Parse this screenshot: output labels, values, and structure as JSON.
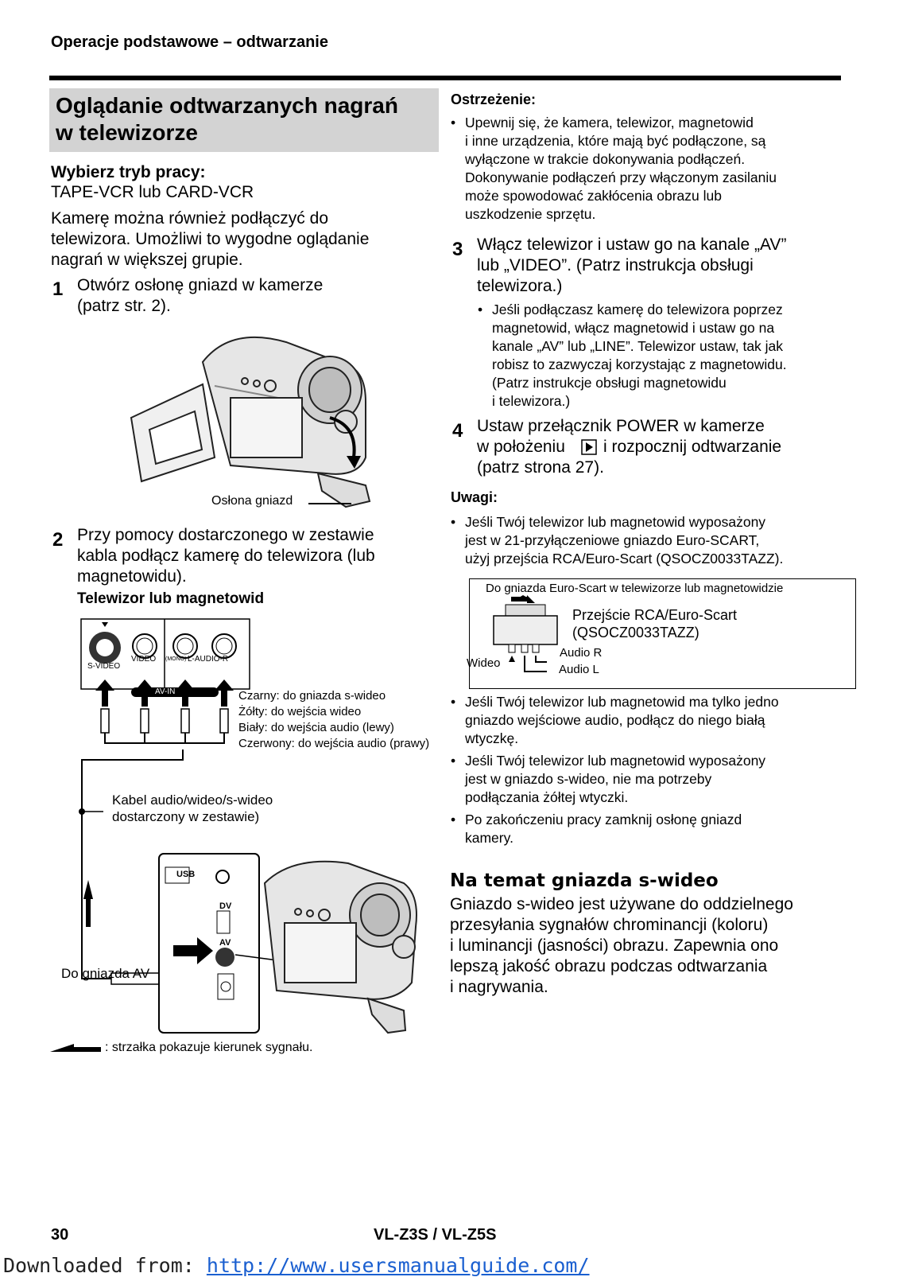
{
  "header": {
    "section": "Operacje podstawowe – odtwarzanie"
  },
  "title": {
    "line1": "Oglądanie odtwarzanych nagrań",
    "line2": "w telewizorze"
  },
  "mode": {
    "label": "Wybierz tryb pracy:",
    "value": "TAPE-VCR lub CARD-VCR"
  },
  "intro": [
    "Kamerę można również podłączyć do",
    "telewizora. Umożliwi to wygodne oglądanie",
    "nagrań w większej grupie."
  ],
  "step1": {
    "num": "1",
    "lines": [
      "Otwórz osłonę gniazd w kamerze",
      "(patrz str. 2)."
    ],
    "caption": "Osłona gniazd"
  },
  "step2": {
    "num": "2",
    "lines": [
      "Przy pomocy dostarczonego w zestawie",
      "kabla podłącz kamerę do telewizora (lub",
      "magnetowidu)."
    ],
    "device_label": "Telewizor lub magnetowid"
  },
  "jacks": {
    "svideo": "S-VIDEO",
    "video": "VIDEO",
    "mono": "(MONO)",
    "audio": "L-AUDIO-R",
    "avin": "AV-IN"
  },
  "plugs": [
    "Czarny: do gniazda s-wideo",
    "Żółty: do wejścia wideo",
    "Biały: do wejścia audio (lewy)",
    "Czerwony: do wejścia audio (prawy)"
  ],
  "cable": [
    "Kabel audio/wideo/s-wideo",
    "dostarczony w zestawie)"
  ],
  "av_socket": "Do gniazda AV",
  "panel": {
    "usb": "USB",
    "dv": "DV",
    "av": "AV"
  },
  "arrow_legend": ": strzałka pokazuje kierunek sygnału.",
  "warning": {
    "title": "Ostrzeżenie:",
    "lines": [
      "Upewnij się, że kamera, telewizor, magnetowid",
      "i inne urządzenia, które mają być podłączone, są",
      "wyłączone w trakcie dokonywania podłączeń.",
      "Dokonywanie podłączeń przy włączonym zasilaniu",
      "może spowodować zakłócenia obrazu lub",
      "uszkodzenie sprzętu."
    ]
  },
  "step3": {
    "num": "3",
    "lines": [
      "Włącz telewizor i ustaw go na kanale „AV”",
      "lub „VIDEO”. (Patrz instrukcja obsługi",
      "telewizora.)"
    ],
    "bullet": [
      "Jeśli podłączasz kamerę do telewizora poprzez",
      "magnetowid, włącz magnetowid i ustaw go na",
      "kanale „AV” lub „LINE”. Telewizor ustaw, tak jak",
      "robisz to zazwyczaj korzystając z magnetowidu.",
      "(Patrz instrukcje obsługi magnetowidu",
      "i telewizora.)"
    ]
  },
  "step4": {
    "num": "4",
    "line1a": "Ustaw przełącznik POWER w kamerze",
    "line2a": "w położeniu",
    "line2b": "i rozpocznij odtwarzanie",
    "line3": "(patrz strona 27)."
  },
  "notes": {
    "title": "Uwagi:",
    "n1": [
      "Jeśli Twój telewizor lub magnetowid wyposażony",
      "jest w 21-przyłączeniowe gniazdo Euro-SCART,",
      "użyj przejścia RCA/Euro-Scart (QSOCZ0033TAZZ)."
    ],
    "scart": {
      "top": "Do gniazda Euro-Scart w telewizorze lub magnetowidzie",
      "adapter1": "Przejście RCA/Euro-Scart",
      "adapter2": "(QSOCZ0033TAZZ)",
      "video": "Wideo",
      "audio_r": "Audio R",
      "audio_l": "Audio L"
    },
    "n2": [
      "Jeśli Twój telewizor lub magnetowid ma tylko jedno",
      "gniazdo wejściowe audio, podłącz do niego białą",
      "wtyczkę."
    ],
    "n3": [
      "Jeśli Twój telewizor lub magnetowid wyposażony",
      "jest w gniazdo s-wideo, nie ma potrzeby",
      "podłączania żółtej wtyczki."
    ],
    "n4": [
      "Po zakończeniu pracy zamknij osłonę gniazd",
      "kamery."
    ]
  },
  "svideo_section": {
    "title": "Na temat gniazda s-wideo",
    "lines": [
      "Gniazdo s-wideo jest używane do oddzielnego",
      "przesyłania sygnałów chrominancji (koloru)",
      "i luminancji (jasności) obrazu. Zapewnia ono",
      "lepszą jakość obrazu podczas odtwarzania",
      "i nagrywania."
    ]
  },
  "footer": {
    "page": "30",
    "model": "VL-Z3S / VL-Z5S"
  },
  "download": {
    "prefix": "Downloaded from:",
    "url": "http://www.usersmanualguide.com/"
  }
}
